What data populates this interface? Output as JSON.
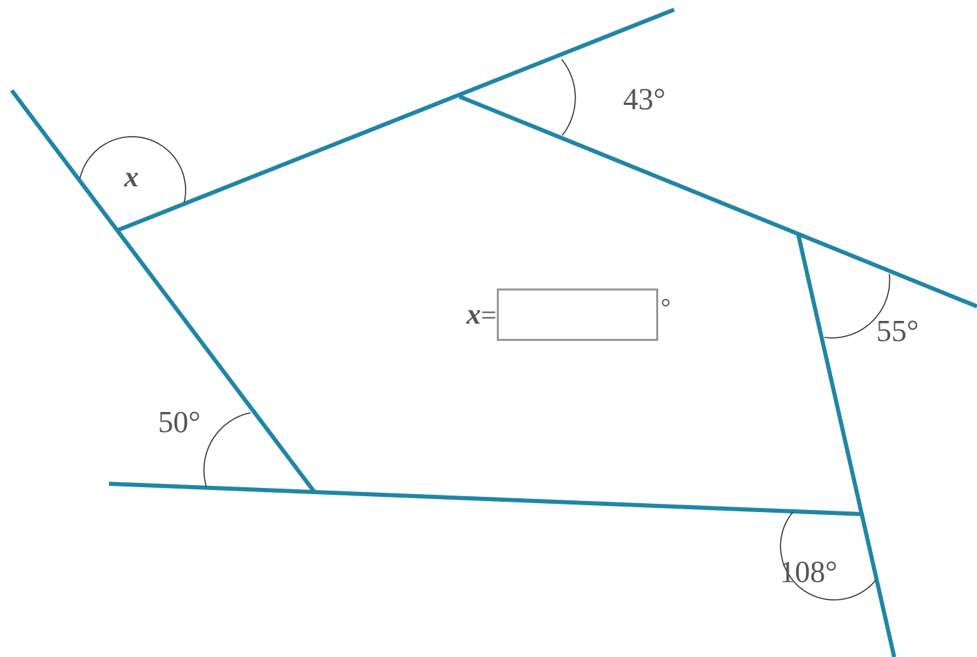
{
  "diagram": {
    "line_color": "#1f86a6",
    "text_color": "#555555",
    "angles": {
      "x_label": "x",
      "top_angle": "43°",
      "right_angle": "55°",
      "bottom_right_angle": "108°",
      "bottom_left_angle": "50°"
    }
  },
  "answer": {
    "variable": "x",
    "equals": "=",
    "value": "",
    "placeholder": "",
    "unit": "°"
  }
}
